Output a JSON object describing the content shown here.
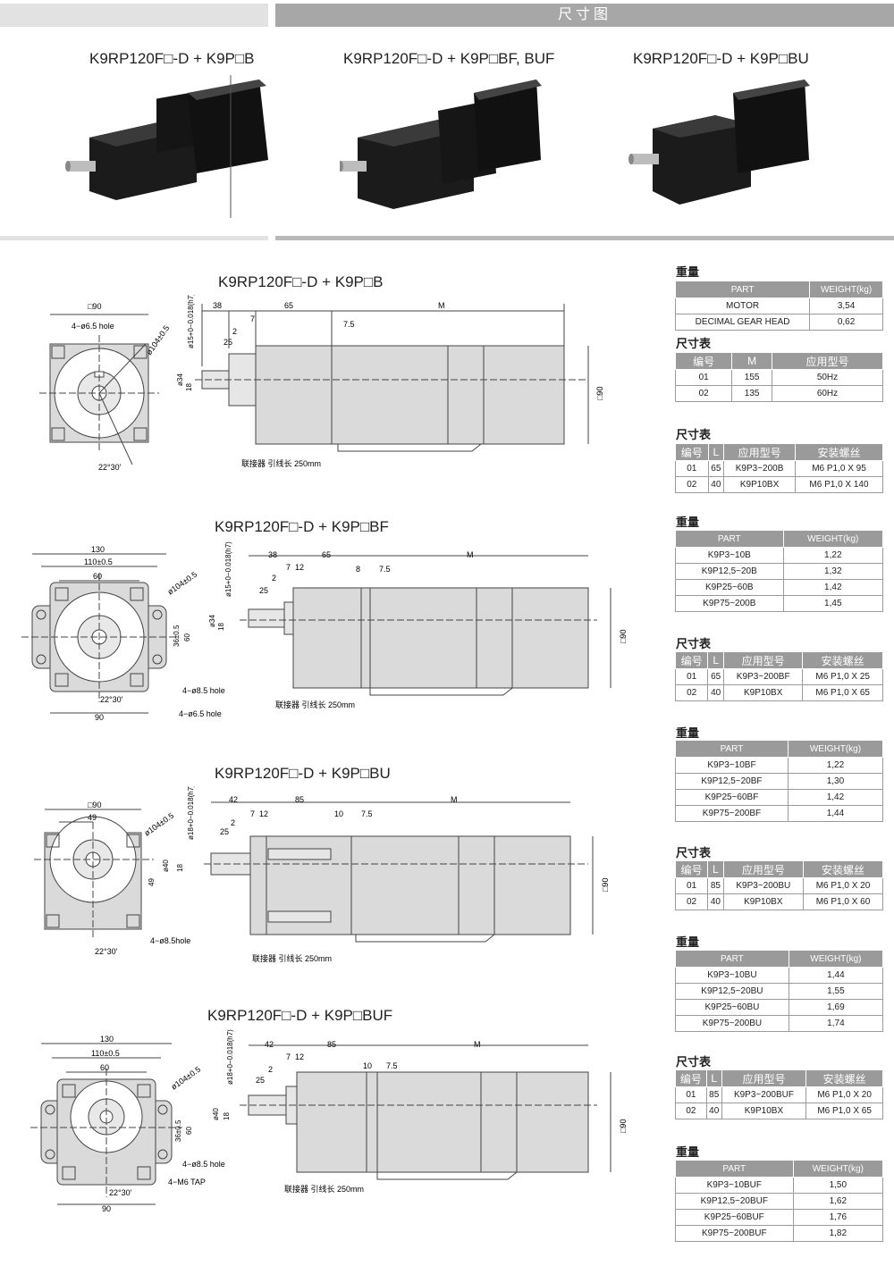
{
  "header": {
    "title": "尺寸图"
  },
  "models": [
    {
      "title": "K9RP120F□-D + K9P□B"
    },
    {
      "title": "K9RP120F□-D + K9P□BF, BUF"
    },
    {
      "title": "K9RP120F□-D + K9P□BU"
    }
  ],
  "sections": [
    {
      "title": "K9RP120F□-D + K9P□B",
      "labels": {
        "sq": "□90",
        "hole": "4−ø6.5 hole",
        "pcd": "ø104±0.5",
        "shaft": "ø15+0−0.018(h7)",
        "boss": "ø34",
        "key": "18",
        "angle": "22°30'",
        "d38": "38",
        "d65": "65",
        "dM": "M",
        "d7": "7",
        "d75": "7.5",
        "d2": "2",
        "d25": "25",
        "side": "□90",
        "cable": "联接器 引线长 250mm"
      },
      "weight": {
        "label": "重量",
        "headers": [
          "PART",
          "WEIGHT(kg)"
        ],
        "rows": [
          [
            "MOTOR",
            "3,54"
          ],
          [
            "DECIMAL GEAR HEAD",
            "0,62"
          ]
        ]
      },
      "dim": {
        "label": "尺寸表",
        "headers": [
          "编号",
          "M",
          "应用型号"
        ],
        "rows": [
          [
            "01",
            "155",
            "50Hz"
          ],
          [
            "02",
            "135",
            "60Hz"
          ]
        ]
      },
      "dim2": {
        "label": "尺寸表",
        "headers": [
          "编号",
          "L",
          "应用型号",
          "安装螺丝"
        ],
        "rows": [
          [
            "01",
            "65",
            "K9P3~200B",
            "M6 P1,0 X 95"
          ],
          [
            "02",
            "40",
            "K9P10BX",
            "M6 P1,0 X 140"
          ]
        ]
      }
    },
    {
      "title": "K9RP120F□-D + K9P□BF",
      "labels": {
        "w130": "130",
        "w110": "110±0.5",
        "w60": "60",
        "pcd": "ø104±0.5",
        "h36": "36±0.5",
        "h60": "60",
        "hole85": "4−ø8.5 hole",
        "hole65": "4−ø6.5 hole",
        "angle": "22°30'",
        "w90": "90",
        "shaft": "ø15+0−0.018(h7)",
        "boss": "ø34",
        "key": "18",
        "d38": "38",
        "d65": "65",
        "dM": "M",
        "d7": "7",
        "d12": "12",
        "d8": "8",
        "d75": "7.5",
        "d2": "2",
        "d25": "25",
        "side": "□90",
        "cable": "联接器 引线长 250mm"
      },
      "weight": {
        "label": "重量",
        "headers": [
          "PART",
          "WEIGHT(kg)"
        ],
        "rows": [
          [
            "K9P3~10B",
            "1,22"
          ],
          [
            "K9P12,5~20B",
            "1,32"
          ],
          [
            "K9P25~60B",
            "1,42"
          ],
          [
            "K9P75~200B",
            "1,45"
          ]
        ]
      },
      "dim": {
        "label": "尺寸表",
        "headers": [
          "编号",
          "L",
          "应用型号",
          "安装螺丝"
        ],
        "rows": [
          [
            "01",
            "65",
            "K9P3~200BF",
            "M6 P1,0 X 25"
          ],
          [
            "02",
            "40",
            "K9P10BX",
            "M6 P1,0 X 65"
          ]
        ]
      }
    },
    {
      "title": "K9RP120F□-D + K9P□BU",
      "labels": {
        "sq": "□90",
        "w49": "49",
        "pcd": "ø104±0.5",
        "d40": "ø40",
        "key": "18",
        "h49": "49",
        "hole": "4−ø8.5hole",
        "angle": "22°30'",
        "shaft": "ø18+0−0.018(h7)",
        "d42": "42",
        "d85": "85",
        "dM": "M",
        "d7": "7",
        "d12": "12",
        "d10": "10",
        "d75": "7.5",
        "d2": "2",
        "d25": "25",
        "side": "□90",
        "cable": "联接器 引线长 250mm"
      },
      "weight": {
        "label": "重量",
        "headers": [
          "PART",
          "WEIGHT(kg)"
        ],
        "rows": [
          [
            "K9P3~10BF",
            "1,22"
          ],
          [
            "K9P12,5~20BF",
            "1,30"
          ],
          [
            "K9P25~60BF",
            "1,42"
          ],
          [
            "K9P75~200BF",
            "1,44"
          ]
        ]
      },
      "dim": {
        "label": "尺寸表",
        "headers": [
          "编号",
          "L",
          "应用型号",
          "安装螺丝"
        ],
        "rows": [
          [
            "01",
            "85",
            "K9P3~200BU",
            "M6 P1,0 X 20"
          ],
          [
            "02",
            "40",
            "K9P10BX",
            "M6 P1,0 X 60"
          ]
        ]
      }
    },
    {
      "title": "K9RP120F□-D + K9P□BUF",
      "labels": {
        "w130": "130",
        "w110": "110±0.5",
        "w60": "60",
        "pcd": "ø104±0.5",
        "h36": "36±0.5",
        "h60": "60",
        "hole85": "4−ø8.5 hole",
        "tap": "4−M6 TAP",
        "angle": "22°30'",
        "w90": "90",
        "shaft": "ø18+0−0.018(h7)",
        "d40": "ø40",
        "key": "18",
        "d42": "42",
        "d85": "85",
        "dM": "M",
        "d7": "7",
        "d12": "12",
        "d10": "10",
        "d75": "7.5",
        "d2": "2",
        "d25": "25",
        "side": "□90",
        "cable": "联接器 引线长 250mm"
      },
      "weight": {
        "label": "重量",
        "headers": [
          "PART",
          "WEIGHT(kg)"
        ],
        "rows": [
          [
            "K9P3~10BU",
            "1,44"
          ],
          [
            "K9P12,5~20BU",
            "1,55"
          ],
          [
            "K9P25~60BU",
            "1,69"
          ],
          [
            "K9P75~200BU",
            "1,74"
          ]
        ]
      },
      "dim": {
        "label": "尺寸表",
        "headers": [
          "编号",
          "L",
          "应用型号",
          "安装螺丝"
        ],
        "rows": [
          [
            "01",
            "85",
            "K9P3~200BUF",
            "M6 P1,0 X 20"
          ],
          [
            "02",
            "40",
            "K9P10BX",
            "M6 P1,0 X 65"
          ]
        ]
      },
      "weight2": {
        "label": "重量",
        "headers": [
          "PART",
          "WEIGHT(kg)"
        ],
        "rows": [
          [
            "K9P3~10BUF",
            "1,50"
          ],
          [
            "K9P12,5~20BUF",
            "1,62"
          ],
          [
            "K9P25~60BUF",
            "1,76"
          ],
          [
            "K9P75~200BUF",
            "1,82"
          ]
        ]
      }
    }
  ]
}
